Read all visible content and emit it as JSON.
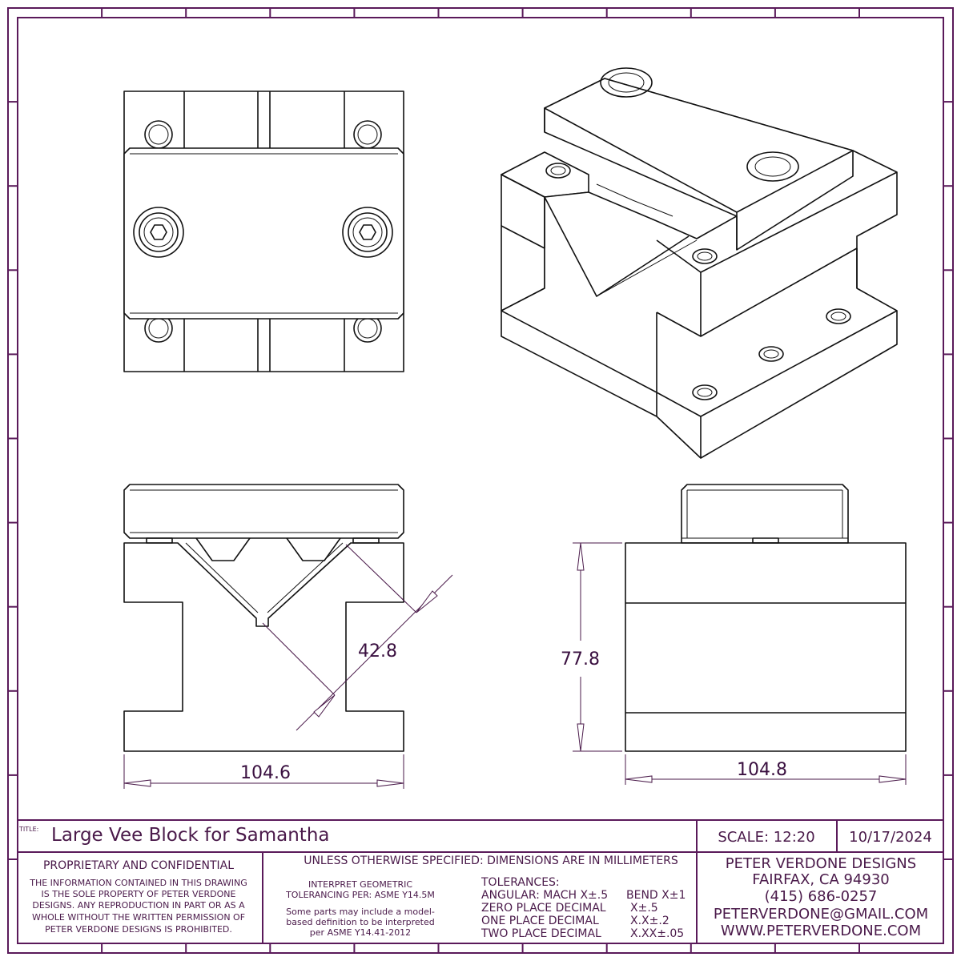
{
  "dimensions": {
    "front_width": "104.6",
    "vee_depth": "42.8",
    "side_width": "104.8",
    "side_height": "77.8"
  },
  "title_block": {
    "title_label": "TITLE:",
    "title": "Large Vee Block for Samantha",
    "scale": "SCALE: 12:20",
    "date": "10/17/2024",
    "proprietary": {
      "heading": "PROPRIETARY AND CONFIDENTIAL",
      "lines": [
        "THE INFORMATION CONTAINED IN THIS DRAWING",
        "IS THE SOLE PROPERTY OF PETER VERDONE",
        "DESIGNS.  ANY  REPRODUCTION IN PART OR AS A",
        "WHOLE WITHOUT THE WRITTEN PERMISSION OF",
        "PETER VERDONE DESIGNS IS PROHIBITED."
      ]
    },
    "units_note": "UNLESS OTHERWISE SPECIFIED: DIMENSIONS ARE IN MILLIMETERS",
    "interpret": [
      "INTERPRET GEOMETRIC",
      "TOLERANCING PER: ASME Y14.5M"
    ],
    "model_note": [
      "Some parts may include a model-",
      "based definition to be interpreted",
      "per ASME Y14.41-2012"
    ],
    "tolerances": {
      "heading": "TOLERANCES:",
      "rows": [
        {
          "label": "ANGULAR: MACH X±.5",
          "value": "BEND X±1"
        },
        {
          "label": "ZERO PLACE DECIMAL",
          "value": "X±.5"
        },
        {
          "label": "ONE PLACE DECIMAL",
          "value": "X.X±.2"
        },
        {
          "label": "TWO PLACE DECIMAL",
          "value": "X.XX±.05"
        }
      ]
    },
    "company": [
      "PETER VERDONE DESIGNS",
      "FAIRFAX, CA 94930",
      "(415) 686-0257",
      "PETERVERDONE@GMAIL.COM",
      "WWW.PETERVERDONE.COM"
    ]
  },
  "colors": {
    "frame": "#5a1a5a",
    "lines": "#111111"
  }
}
